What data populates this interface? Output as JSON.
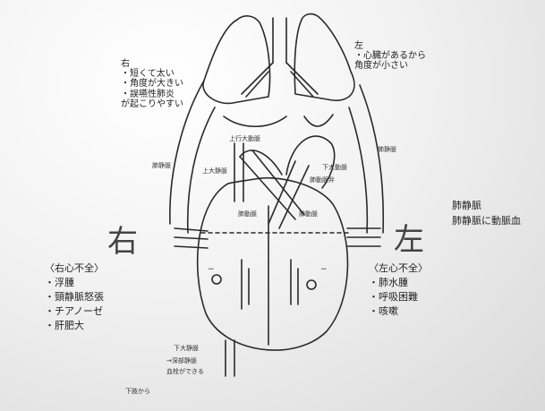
{
  "big_labels": {
    "right_char": "右",
    "left_char": "左"
  },
  "notes": {
    "top_left": {
      "heading": "右",
      "lines": [
        "・短くて太い",
        "・角度が大きい",
        "・誤嚥性肺炎",
        "が起こりやすい"
      ]
    },
    "top_right": {
      "heading": "左",
      "lines": [
        "・心臓があるから",
        "角度が小さい"
      ]
    },
    "right_heart_failure": {
      "heading": "〈右心不全〉",
      "items": [
        "・浮腫",
        "・頸静脈怒張",
        "・チアノーゼ",
        "・肝肥大"
      ]
    },
    "left_heart_failure": {
      "heading": "〈左心不全〉",
      "items": [
        "・肺水腫",
        "・呼吸困難",
        "・咳嗽"
      ]
    },
    "pulmonary_vein_note": {
      "lines": [
        "肺静脈",
        "肺静脈に動脈血"
      ]
    }
  },
  "labels": {
    "svc": "上大静脈",
    "ivc": "下大静脈",
    "aorta_top": "上行大動脈",
    "pulm_artery_l": "肺動脈",
    "pulm_artery_r": "肺動脈",
    "pulm_vein_l": "肺静脈",
    "pulm_vein_r": "肺静脈",
    "desc_aorta": "下大動脈",
    "pulm_valve": "肺動脈弁",
    "bottom_a": "下大静脈",
    "bottom_b": "→深部静脈",
    "bottom_c": "血栓ができる",
    "bottom_d": "下肢から",
    "minus_l": "−",
    "minus_r": "−"
  },
  "colors": {
    "ink": "#2a2a2a",
    "board": "#f2f2f2"
  }
}
